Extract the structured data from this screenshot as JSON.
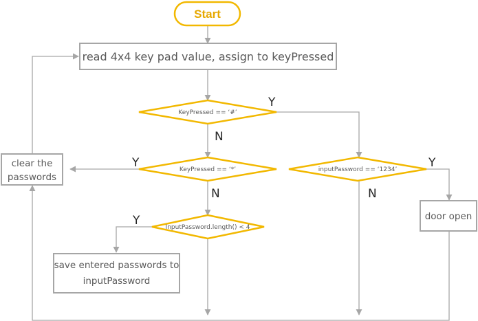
{
  "nodes": {
    "start": "Start",
    "read_keypad": "read 4x4 key pad value, assign to keyPressed",
    "check_hash": "KeyPressed ==  ‘#’",
    "check_star": "KeyPressed ==  ‘*’",
    "check_length": "InputPassword.length() < 4",
    "check_password": "inputPassword ==  ‘1234’",
    "clear_line1": "clear the",
    "clear_line2": "passwords",
    "door_open": "door open",
    "save_line1": "save entered passwords to",
    "save_line2": "inputPassword"
  },
  "edge_labels": {
    "hash_yes": "Y",
    "hash_no": "N",
    "star_yes": "Y",
    "star_no": "N",
    "length_yes": "Y",
    "password_yes": "Y",
    "password_no": "N"
  },
  "colors": {
    "decision_stroke": "#f2b800",
    "box_stroke": "#a6a6a6",
    "start_text": "#e6a800"
  }
}
